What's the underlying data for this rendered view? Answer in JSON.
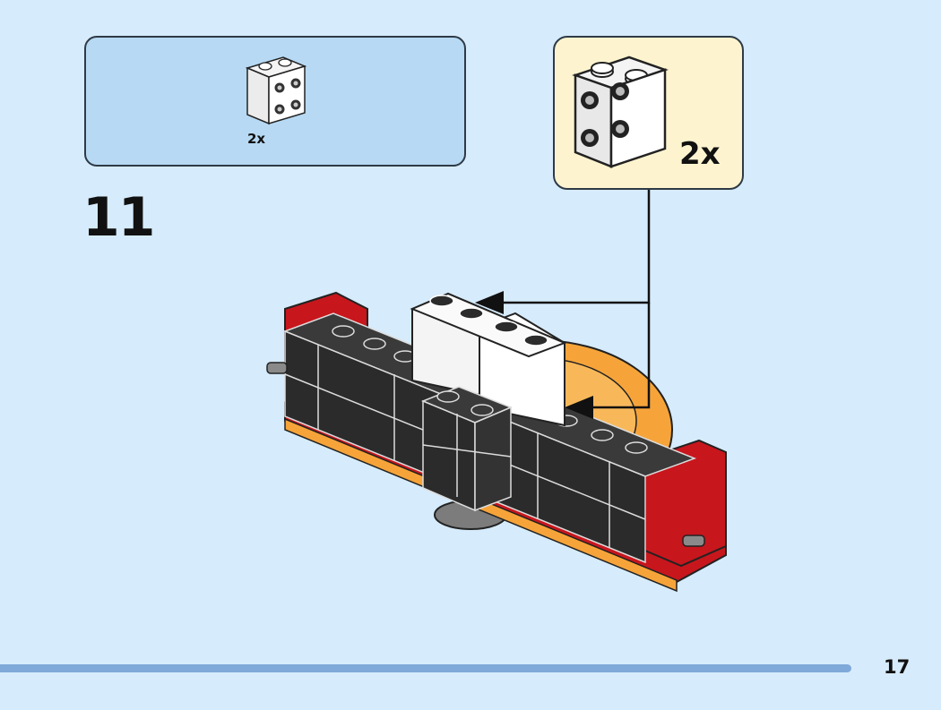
{
  "parts_list": {
    "count_label": "2x",
    "brick_icon": "white-1x2-brick-with-side-studs-icon"
  },
  "callout": {
    "count_label": "2x",
    "brick_icon": "white-1x2-brick-with-side-studs-icon"
  },
  "step": {
    "number": "11"
  },
  "page": {
    "number": "17",
    "progress": 0.9
  },
  "colors": {
    "background": "#d6ebfb",
    "parts_box": "#b7d9f3",
    "callout_box": "#fdf4cf",
    "progress_bar": "#7fa9d8",
    "brick_black": "#2b2b2b",
    "brick_red": "#c8161d",
    "brick_orange": "#f6a43a",
    "brick_white": "#f4f4f4"
  }
}
